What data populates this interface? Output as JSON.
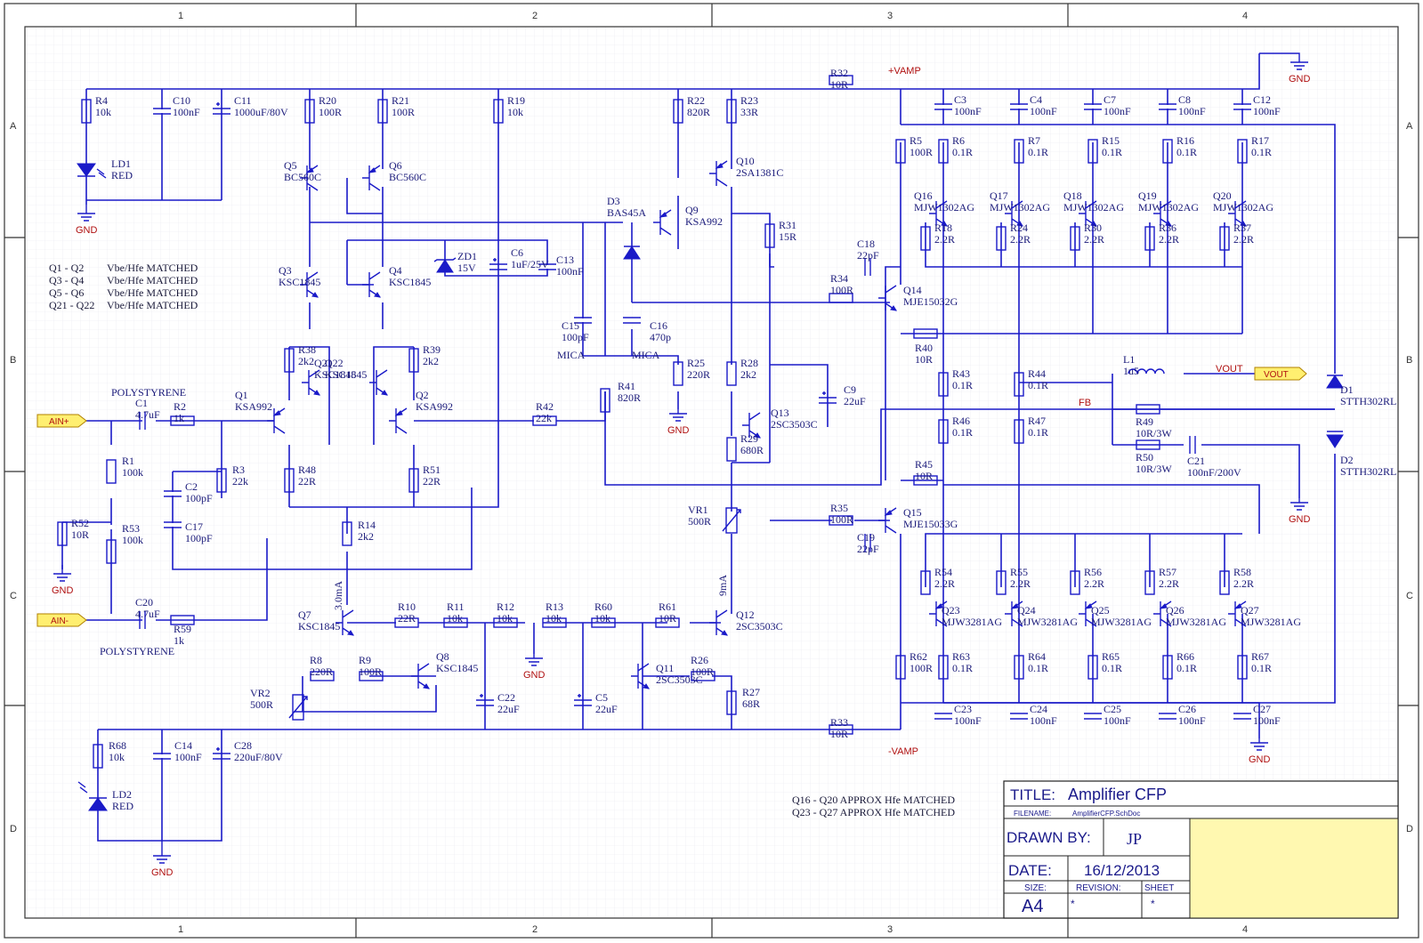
{
  "title_block": {
    "title_label": "TITLE:",
    "title": "Amplifier CFP",
    "filename_label": "FILENAME:",
    "filename": "AmplifierCFP.SchDoc",
    "drawn_by_label": "DRAWN BY:",
    "drawn_by": "JP",
    "date_label": "DATE:",
    "date": "16/12/2013",
    "size_label": "SIZE:",
    "size": "A4",
    "revision_label": "REVISION:",
    "revision": "*",
    "sheet_label": "SHEET",
    "sheet": "*",
    "logo_color": "#fff8b0"
  },
  "zones": {
    "columns": [
      "1",
      "2",
      "3",
      "4"
    ],
    "rows": [
      "A",
      "B",
      "C",
      "D"
    ]
  },
  "notes": {
    "matched": [
      {
        "pair": "Q1 - Q2",
        "text": "Vbe/Hfe  MATCHED"
      },
      {
        "pair": "Q3 - Q4",
        "text": "Vbe/Hfe  MATCHED"
      },
      {
        "pair": "Q5 - Q6",
        "text": "Vbe/Hfe  MATCHED"
      },
      {
        "pair": "Q21 - Q22",
        "text": "Vbe/Hfe  MATCHED"
      }
    ],
    "hfe_1": "Q16 - Q20 APPROX Hfe MATCHED",
    "hfe_2": "Q23 - Q27 APPROX Hfe MATCHED",
    "polystyrene_1": "POLYSTYRENE",
    "polystyrene_2": "POLYSTYRENE",
    "current_1": "3.0mA",
    "current_2": "9mA",
    "mica_1": "MICA",
    "mica_2": "MICA"
  },
  "ports": {
    "ain_plus": "AIN+",
    "ain_minus": "AIN-",
    "vout": "VOUT"
  },
  "power": {
    "vamp_pos": "+VAMP",
    "vamp_neg": "-VAMP",
    "gnd": "GND",
    "fb": "FB",
    "vout_net": "VOUT"
  },
  "colors": {
    "wire": "#1a1ac8",
    "power_text": "#b01010",
    "port_fill": "#ffef70"
  },
  "components": {
    "R4": [
      "R4",
      "10k"
    ],
    "C10": [
      "C10",
      "100nF"
    ],
    "C11": [
      "C11",
      "1000uF/80V"
    ],
    "LD1": [
      "LD1",
      "RED"
    ],
    "R20": [
      "R20",
      "100R"
    ],
    "R21": [
      "R21",
      "100R"
    ],
    "R19": [
      "R19",
      "10k"
    ],
    "Q5": [
      "Q5",
      "BC560C"
    ],
    "Q6": [
      "Q6",
      "BC560C"
    ],
    "R22": [
      "R22",
      "820R"
    ],
    "R23": [
      "R23",
      "33R"
    ],
    "Q10": [
      "Q10",
      "2SA1381C"
    ],
    "R32": [
      "R32",
      "10R"
    ],
    "D3": [
      "D3",
      "BAS45A"
    ],
    "Q9": [
      "Q9",
      "KSA992"
    ],
    "ZD1": [
      "ZD1",
      "15V"
    ],
    "C6": [
      "C6",
      "1uF/25V"
    ],
    "C13": [
      "C13",
      "100nF"
    ],
    "Q3": [
      "Q3",
      "KSC1845"
    ],
    "Q4": [
      "Q4",
      "KSC1845"
    ],
    "C15": [
      "C15",
      "100pF"
    ],
    "C16": [
      "C16",
      "470p"
    ],
    "R31": [
      "R31",
      "15R"
    ],
    "R34": [
      "R34",
      "100R"
    ],
    "C18": [
      "C18",
      "22pF"
    ],
    "Q14": [
      "Q14",
      "MJE15032G"
    ],
    "R5": [
      "R5",
      "100R"
    ],
    "R40": [
      "R40",
      "10R"
    ],
    "C3": [
      "C3",
      "100nF"
    ],
    "C4": [
      "C4",
      "100nF"
    ],
    "C7": [
      "C7",
      "100nF"
    ],
    "C8": [
      "C8",
      "100nF"
    ],
    "C12": [
      "C12",
      "100nF"
    ],
    "R6": [
      "R6",
      "0.1R"
    ],
    "R7": [
      "R7",
      "0.1R"
    ],
    "R15": [
      "R15",
      "0.1R"
    ],
    "R16": [
      "R16",
      "0.1R"
    ],
    "R17": [
      "R17",
      "0.1R"
    ],
    "Q16": [
      "Q16",
      "MJW1302AG"
    ],
    "Q17": [
      "Q17",
      "MJW1302AG"
    ],
    "Q18": [
      "Q18",
      "MJW1302AG"
    ],
    "Q19": [
      "Q19",
      "MJW1302AG"
    ],
    "Q20": [
      "Q20",
      "MJW1302AG"
    ],
    "R18": [
      "R18",
      "2.2R"
    ],
    "R24": [
      "R24",
      "2.2R"
    ],
    "R30": [
      "R30",
      "2.2R"
    ],
    "R36": [
      "R36",
      "2.2R"
    ],
    "R37": [
      "R37",
      "2.2R"
    ],
    "R38": [
      "R38",
      "2k2"
    ],
    "R39": [
      "R39",
      "2k2"
    ],
    "Q21": [
      "Q21",
      "KSC1845"
    ],
    "Q22": [
      "Q22",
      "KSC1845"
    ],
    "Q1": [
      "Q1",
      "KSA992"
    ],
    "Q2": [
      "Q2",
      "KSA992"
    ],
    "R25": [
      "R25",
      "220R"
    ],
    "R28": [
      "R28",
      "2k2"
    ],
    "R41": [
      "R41",
      "820R"
    ],
    "C9": [
      "C9",
      "22uF"
    ],
    "Q13": [
      "Q13",
      "2SC3503C"
    ],
    "R29": [
      "R29",
      "680R"
    ],
    "R43": [
      "R43",
      "0.1R"
    ],
    "R44": [
      "R44",
      "0.1R"
    ],
    "R46": [
      "R46",
      "0.1R"
    ],
    "R47": [
      "R47",
      "0.1R"
    ],
    "L1": [
      "L1",
      "1u5"
    ],
    "R49": [
      "R49",
      "10R/3W"
    ],
    "R50": [
      "R50",
      "10R/3W"
    ],
    "C21": [
      "C21",
      "100nF/200V"
    ],
    "D1": [
      "D1",
      "STTH302RL"
    ],
    "D2": [
      "D2",
      "STTH302RL"
    ],
    "C1": [
      "C1",
      "4.7uF"
    ],
    "R2": [
      "R2",
      "1k"
    ],
    "R1": [
      "R1",
      "100k"
    ],
    "C2": [
      "C2",
      "100pF"
    ],
    "R3": [
      "R3",
      "22k"
    ],
    "R42": [
      "R42",
      "22k"
    ],
    "R48": [
      "R48",
      "22R"
    ],
    "R51": [
      "R51",
      "22R"
    ],
    "R52": [
      "R52",
      "10R"
    ],
    "R53": [
      "R53",
      "100k"
    ],
    "C17": [
      "C17",
      "100pF"
    ],
    "R14": [
      "R14",
      "2k2"
    ],
    "VR1": [
      "VR1",
      "500R"
    ],
    "R45": [
      "R45",
      "10R"
    ],
    "R35": [
      "R35",
      "100R"
    ],
    "Q15": [
      "Q15",
      "MJE15033G"
    ],
    "C19": [
      "C19",
      "22pF"
    ],
    "R54": [
      "R54",
      "2.2R"
    ],
    "R55": [
      "R55",
      "2.2R"
    ],
    "R56": [
      "R56",
      "2.2R"
    ],
    "R57": [
      "R57",
      "2.2R"
    ],
    "R58": [
      "R58",
      "2.2R"
    ],
    "Q23": [
      "Q23",
      "MJW3281AG"
    ],
    "Q24": [
      "Q24",
      "MJW3281AG"
    ],
    "Q25": [
      "Q25",
      "MJW3281AG"
    ],
    "Q26": [
      "Q26",
      "MJW3281AG"
    ],
    "Q27": [
      "Q27",
      "MJW3281AG"
    ],
    "C20": [
      "C20",
      "4.7uF"
    ],
    "R59": [
      "R59",
      "1k"
    ],
    "Q7": [
      "Q7",
      "KSC1845"
    ],
    "R10": [
      "R10",
      "22R"
    ],
    "R11": [
      "R11",
      "10k"
    ],
    "R12": [
      "R12",
      "10k"
    ],
    "R13": [
      "R13",
      "10k"
    ],
    "R60": [
      "R60",
      "10k"
    ],
    "R61": [
      "R61",
      "10R"
    ],
    "Q12": [
      "Q12",
      "2SC3503C"
    ],
    "R8": [
      "R8",
      "220R"
    ],
    "R9": [
      "R9",
      "100R"
    ],
    "Q8": [
      "Q8",
      "KSC1845"
    ],
    "Q11": [
      "Q11",
      "2SC3503C"
    ],
    "R26": [
      "R26",
      "100R"
    ],
    "R27": [
      "R27",
      "68R"
    ],
    "C22": [
      "C22",
      "22uF"
    ],
    "C5": [
      "C5",
      "22uF"
    ],
    "VR2": [
      "VR2",
      "500R"
    ],
    "R62": [
      "R62",
      "100R"
    ],
    "R63": [
      "R63",
      "0.1R"
    ],
    "R64": [
      "R64",
      "0.1R"
    ],
    "R65": [
      "R65",
      "0.1R"
    ],
    "R66": [
      "R66",
      "0.1R"
    ],
    "R67": [
      "R67",
      "0.1R"
    ],
    "C23": [
      "C23",
      "100nF"
    ],
    "C24": [
      "C24",
      "100nF"
    ],
    "C25": [
      "C25",
      "100nF"
    ],
    "C26": [
      "C26",
      "100nF"
    ],
    "C27": [
      "C27",
      "100nF"
    ],
    "R33": [
      "R33",
      "10R"
    ],
    "R68": [
      "R68",
      "10k"
    ],
    "C14": [
      "C14",
      "100nF"
    ],
    "C28": [
      "C28",
      "220uF/80V"
    ],
    "LD2": [
      "LD2",
      "RED"
    ]
  }
}
